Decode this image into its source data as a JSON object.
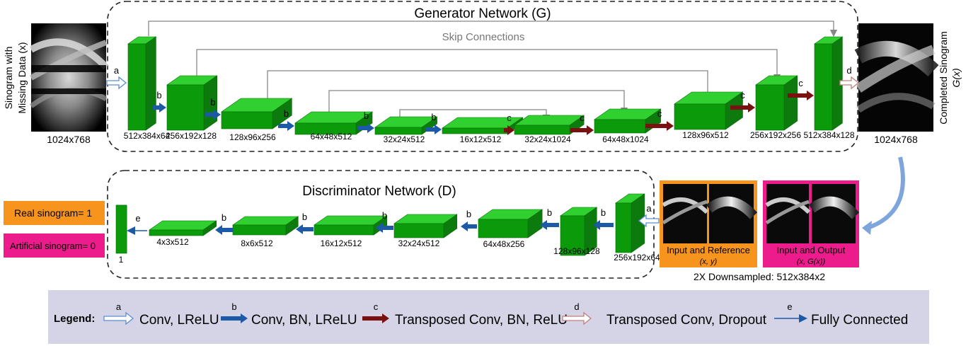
{
  "generator": {
    "title": "Generator Network (G)",
    "skip_label": "Skip Connections",
    "input_label_line1": "Sinogram with",
    "input_label_line2": "Missing Data (x)",
    "input_size": "1024x768",
    "output_label_line1": "Completed Sinogram",
    "output_label_line2": "G(x)",
    "output_size": "1024x768",
    "layers": [
      "512x384x64",
      "256x192x128",
      "128x96x256",
      "64x48x512",
      "32x24x512",
      "16x12x512",
      "32x24x1024",
      "64x48x1024",
      "128x96x512",
      "256x192x256",
      "512x384x128"
    ],
    "connections": [
      "a",
      "b",
      "b",
      "b",
      "b",
      "b",
      "c",
      "c",
      "c",
      "c",
      "c",
      "d"
    ]
  },
  "discriminator": {
    "title": "Discriminator Network (D)",
    "layers": [
      "256x192x64",
      "128x96x128",
      "64x48x256",
      "32x24x512",
      "16x12x512",
      "8x6x512",
      "4x3x512",
      "1"
    ],
    "connections": [
      "a",
      "b",
      "b",
      "b",
      "b",
      "b",
      "b",
      "e"
    ]
  },
  "outputs": {
    "real": "Real sinogram= 1",
    "artificial": "Artificial sinogram= 0"
  },
  "pairs": {
    "real_line1": "Input and Reference",
    "real_line2": "(x, y)",
    "fake_line1": "Input and Output",
    "fake_line2": "(x, G(x))",
    "downsampled": "2X Downsampled: 512x384x2"
  },
  "legend": {
    "title": "Legend:",
    "items": [
      {
        "key": "a",
        "text": "Conv, LReLU"
      },
      {
        "key": "b",
        "text": "Conv, BN, LReLU"
      },
      {
        "key": "c",
        "text": "Transposed Conv, BN, ReLU"
      },
      {
        "key": "d",
        "text": "Transposed Conv, Dropout"
      },
      {
        "key": "e",
        "text": "Fully Connected"
      }
    ]
  },
  "colors": {
    "block_front": "#0a9a0a",
    "block_top": "#2fd02f",
    "block_side": "#0c7a0c",
    "conv_arrow": "#1c5aa8",
    "tconv_arrow": "#7a1010",
    "real": "#f7941d",
    "fake": "#ec1c8c",
    "legend_bg": "#d4d4e6"
  }
}
